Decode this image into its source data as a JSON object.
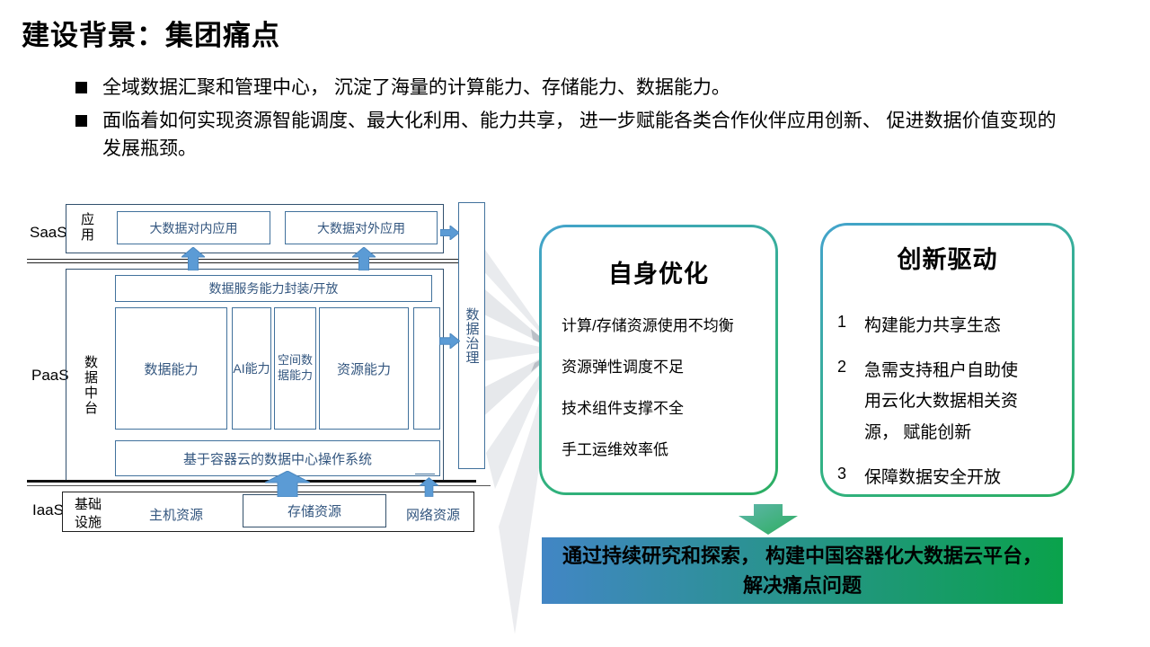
{
  "slide": {
    "title": "建设背景：集团痛点",
    "bullets": [
      "全域数据汇聚和管理中心， 沉淀了海量的计算能力、存储能力、数据能力。",
      "面临着如何实现资源智能调度、最大化利用、能力共享， 进一步赋能各类合作伙伴应用创新、 促进数据价值变现的发展瓶颈。"
    ]
  },
  "architecture": {
    "saas": {
      "label": "SaaS",
      "group": "应用",
      "apps": [
        "大数据对内应用",
        "大数据对外应用"
      ]
    },
    "paas": {
      "label": "PaaS",
      "group": "数据中台",
      "service_layer": "数据服务能力封装/开放",
      "capabilities": [
        "数据能力",
        "AI能力",
        "空间数据能力",
        "资源能力"
      ],
      "os": "基于容器云的数据中心操作系统"
    },
    "iaas": {
      "label": "IaaS",
      "group": "基础设施",
      "resources": [
        "主机资源",
        "存储资源",
        "网络资源"
      ]
    },
    "governance": "数据治理"
  },
  "pain_points": {
    "self_optimization": {
      "title": "自身优化",
      "items": [
        "计算/存储资源使用不均衡",
        "资源弹性调度不足",
        "技术组件支撑不全",
        "手工运维效率低"
      ]
    },
    "innovation": {
      "title": "创新驱动",
      "items": [
        {
          "num": "1",
          "text": "构建能力共享生态"
        },
        {
          "num": "2",
          "text": "急需支持租户自助使用云化大数据相关资源， 赋能创新"
        },
        {
          "num": "3",
          "text": "保障数据安全开放"
        }
      ]
    }
  },
  "conclusion": {
    "text": "通过持续研究和探索， 构建中国容器化大数据云平台， 解决痛点问题"
  },
  "colors": {
    "arrow_blue": "#5b9bd5",
    "diagram_border": "#41719c",
    "card_border_top": "#44a3cd",
    "card_border_bottom": "#2bae62",
    "banner_left": "#4286c5",
    "banner_right": "#0aa24b",
    "down_arrow_top": "#5fb6ab",
    "down_arrow_bottom": "#2dae5f"
  }
}
